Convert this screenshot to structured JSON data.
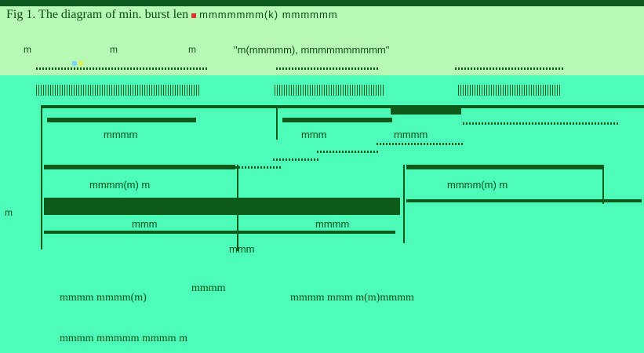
{
  "figure": {
    "caption": "Fig 1. The diagram of min. burst len",
    "caption_tail": "mmmmmmm(k) mmmmmm",
    "subheading": "\"m(mmmmm), mmmmmmmmmm\""
  },
  "diagram": {
    "box_labels": [
      "mmmm",
      "mmm",
      "mmmm"
    ],
    "row_labels": [
      "mmmm(m) m",
      "mmmm(m) m"
    ],
    "lower_labels": [
      "mmm",
      "mmmm",
      "mmm"
    ],
    "left_marker": "m"
  },
  "formulas": {
    "line1_left": "mmmm mmmm(m)",
    "line1_mid": "mmmm",
    "line1_right": "mmmm mmm m(m)mmmm",
    "line2": "mmmm mmmmm mmmm m"
  },
  "colors": {
    "background": "#4dfcb8",
    "header_band": "#b7f9b4",
    "ink": "#0d5a1a"
  }
}
